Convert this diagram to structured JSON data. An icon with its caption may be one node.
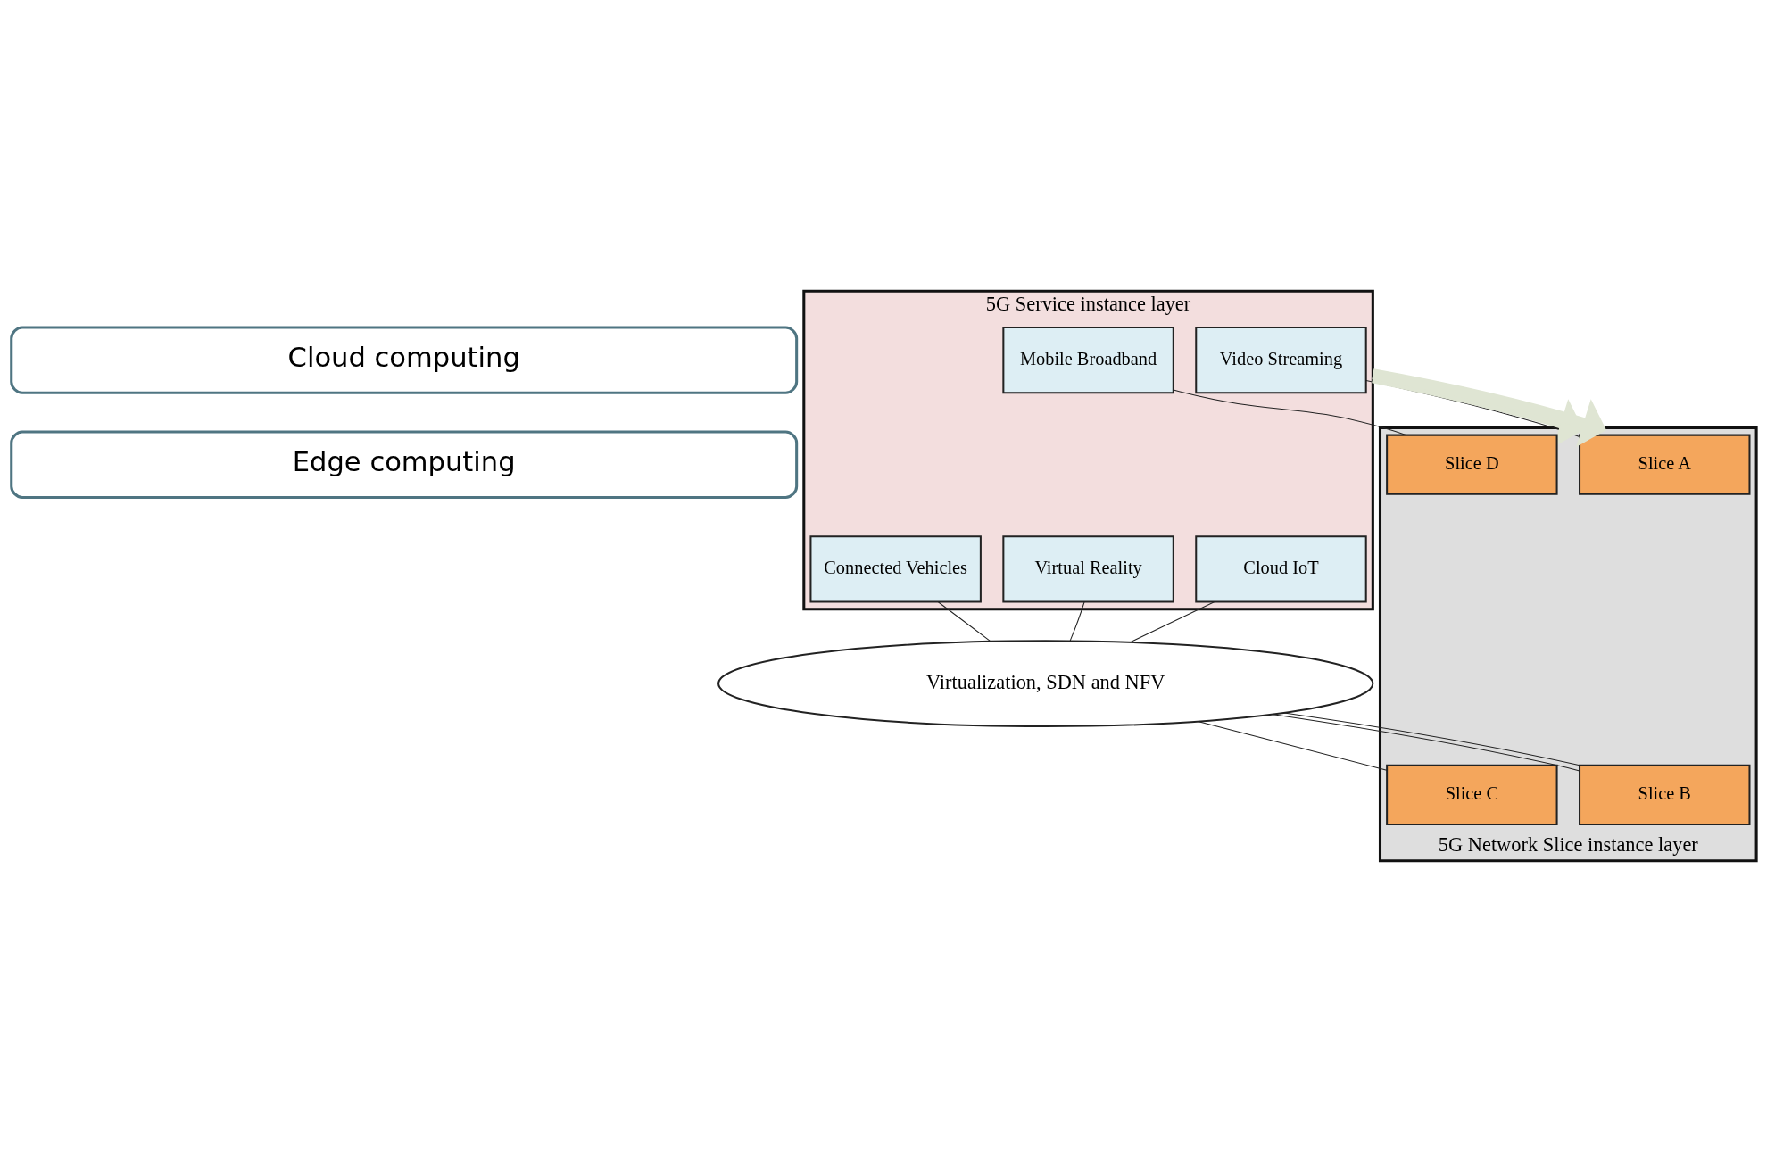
{
  "diagram": {
    "nodes": [
      {
        "text": [
          "Cloud computing"
        ]
      },
      {
        "text": [
          "Edge computing"
        ]
      },
      {
        "text": [
          "5G Service instance layer"
        ]
      },
      {
        "text": [
          "Video Streaming"
        ],
        "in": 2
      },
      {
        "text": [
          "Cloud IoT"
        ],
        "in": 2
      },
      {
        "text": [
          "Virtual Reality"
        ],
        "in": 2
      },
      {
        "text": [
          "Connected Vehicles"
        ],
        "in": 2
      },
      {
        "text": [
          "Mobile Broadband"
        ],
        "in": 2
      },
      {
        "text": [
          "Virtualization, SDN and NFV"
        ]
      },
      {
        "text": [
          "5G Network Slice instance layer"
        ]
      },
      {
        "text": [
          "Slice A"
        ],
        "in": 9
      },
      {
        "text": [
          "Slice B"
        ],
        "in": 9
      },
      {
        "text": [
          "Slice C"
        ],
        "in": 9
      },
      {
        "text": [
          "Slice D"
        ],
        "in": 9
      }
    ],
    "edges": [
      {
        "from": 3,
        "to": 10,
        "arrow": "none"
      },
      {
        "from": 4,
        "to": 8,
        "arrow": "none"
      },
      {
        "from": 5,
        "to": 8,
        "arrow": "none"
      },
      {
        "from": 6,
        "to": 8,
        "arrow": "none"
      },
      {
        "from": 8,
        "to": 11,
        "arrow": "none"
      },
      {
        "from": 8,
        "to": 11,
        "arrow": "none"
      },
      {
        "from": 8,
        "to": 12,
        "arrow": "none"
      },
      {
        "from": 7,
        "to": 13,
        "arrow": "none"
      },
      {
        "from": 2,
        "to": 9,
        "arrow": "to",
        "style": "thick",
        "color": "#dfe5d3"
      },
      {
        "from": 2,
        "to": 9,
        "arrow": "to",
        "style": "thick",
        "color": "#dfe5d3"
      }
    ]
  }
}
